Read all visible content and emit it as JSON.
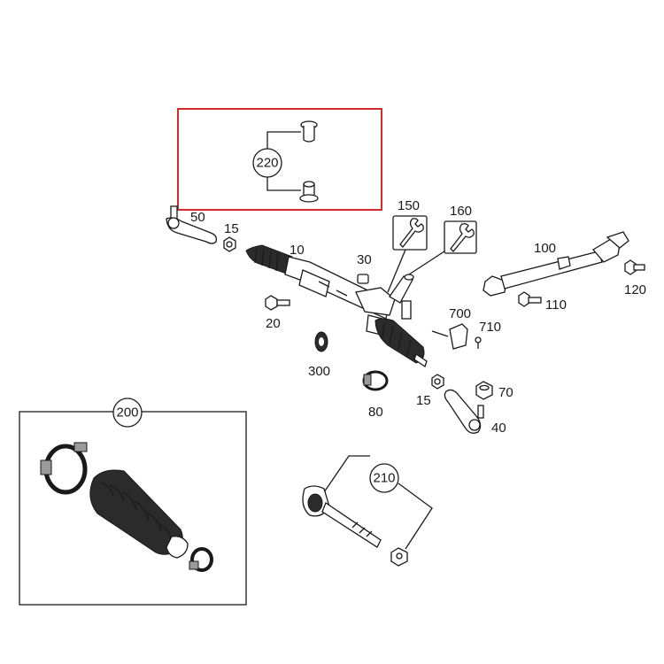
{
  "highlight_color": "#d62b2b",
  "callouts": {
    "c10": "10",
    "c15a": "15",
    "c15b": "15",
    "c20": "20",
    "c30": "30",
    "c40": "40",
    "c50": "50",
    "c70": "70",
    "c80": "80",
    "c100": "100",
    "c110": "110",
    "c120": "120",
    "c150": "150",
    "c160": "160",
    "c200": "200",
    "c210": "210",
    "c220": "220",
    "c300": "300",
    "c700": "700",
    "c710": "710"
  }
}
